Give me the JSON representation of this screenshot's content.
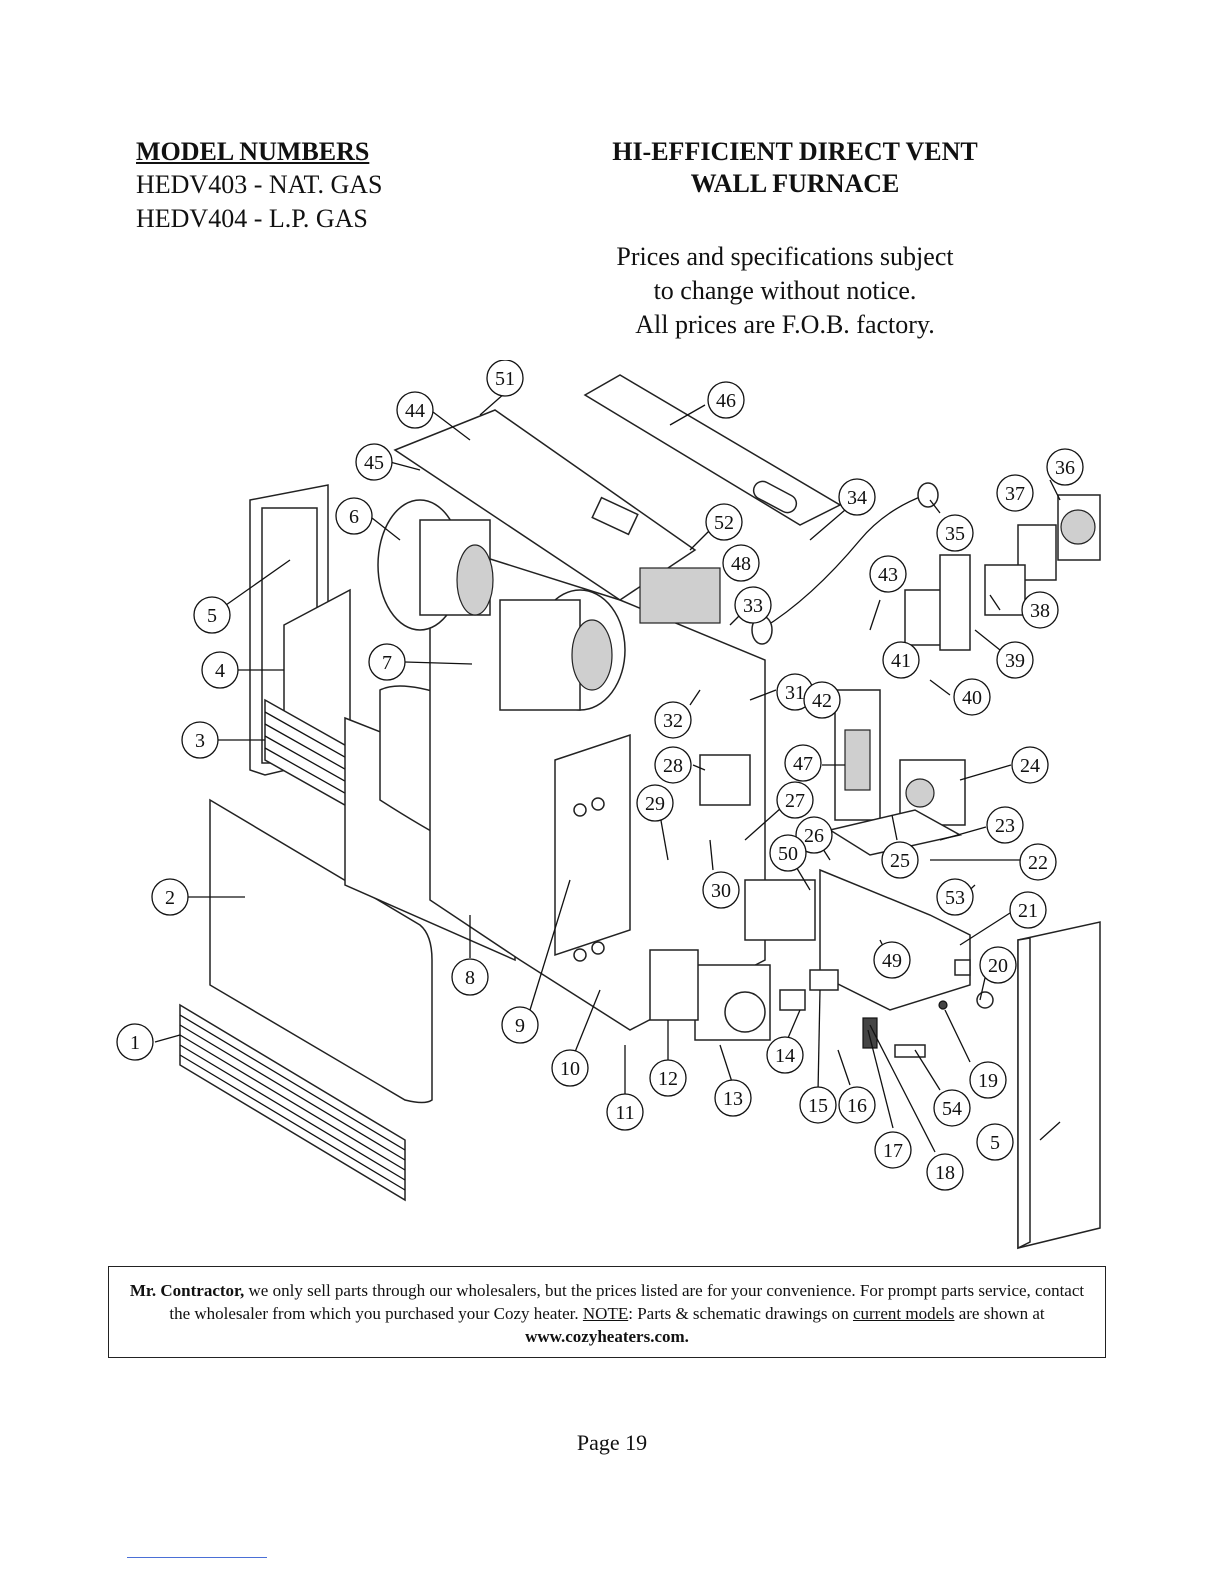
{
  "header": {
    "models_title": "MODEL NUMBERS",
    "model_lines": [
      "HEDV403 - NAT. GAS",
      "HEDV404 - L.P. GAS"
    ],
    "product_title_1": "HI-EFFICIENT DIRECT VENT",
    "product_title_2": "WALL FURNACE",
    "notice_lines": [
      "Prices and specifications subject",
      "to change without notice.",
      "All prices are F.O.B. factory."
    ]
  },
  "diagram": {
    "callouts": [
      "1",
      "2",
      "3",
      "4",
      "5",
      "6",
      "7",
      "8",
      "9",
      "10",
      "11",
      "12",
      "13",
      "14",
      "15",
      "16",
      "17",
      "18",
      "19",
      "20",
      "21",
      "22",
      "23",
      "24",
      "25",
      "26",
      "27",
      "28",
      "29",
      "30",
      "31",
      "32",
      "33",
      "34",
      "35",
      "36",
      "37",
      "38",
      "39",
      "40",
      "41",
      "42",
      "43",
      "44",
      "45",
      "46",
      "47",
      "48",
      "49",
      "50",
      "51",
      "52",
      "53",
      "54",
      "5"
    ]
  },
  "footer": {
    "contractor_bold": "Mr. Contractor,",
    "text_1": " we only sell parts through our wholesalers, but the prices listed are for your convenience. For prompt parts service, contact the wholesaler from which you purchased your Cozy heater. ",
    "note_label": "NOTE",
    "text_2": ": Parts & schematic drawings on ",
    "current_models": "current models",
    "text_3": " are shown at ",
    "website": "www.cozyheaters.com."
  },
  "page_label": "Page 19"
}
